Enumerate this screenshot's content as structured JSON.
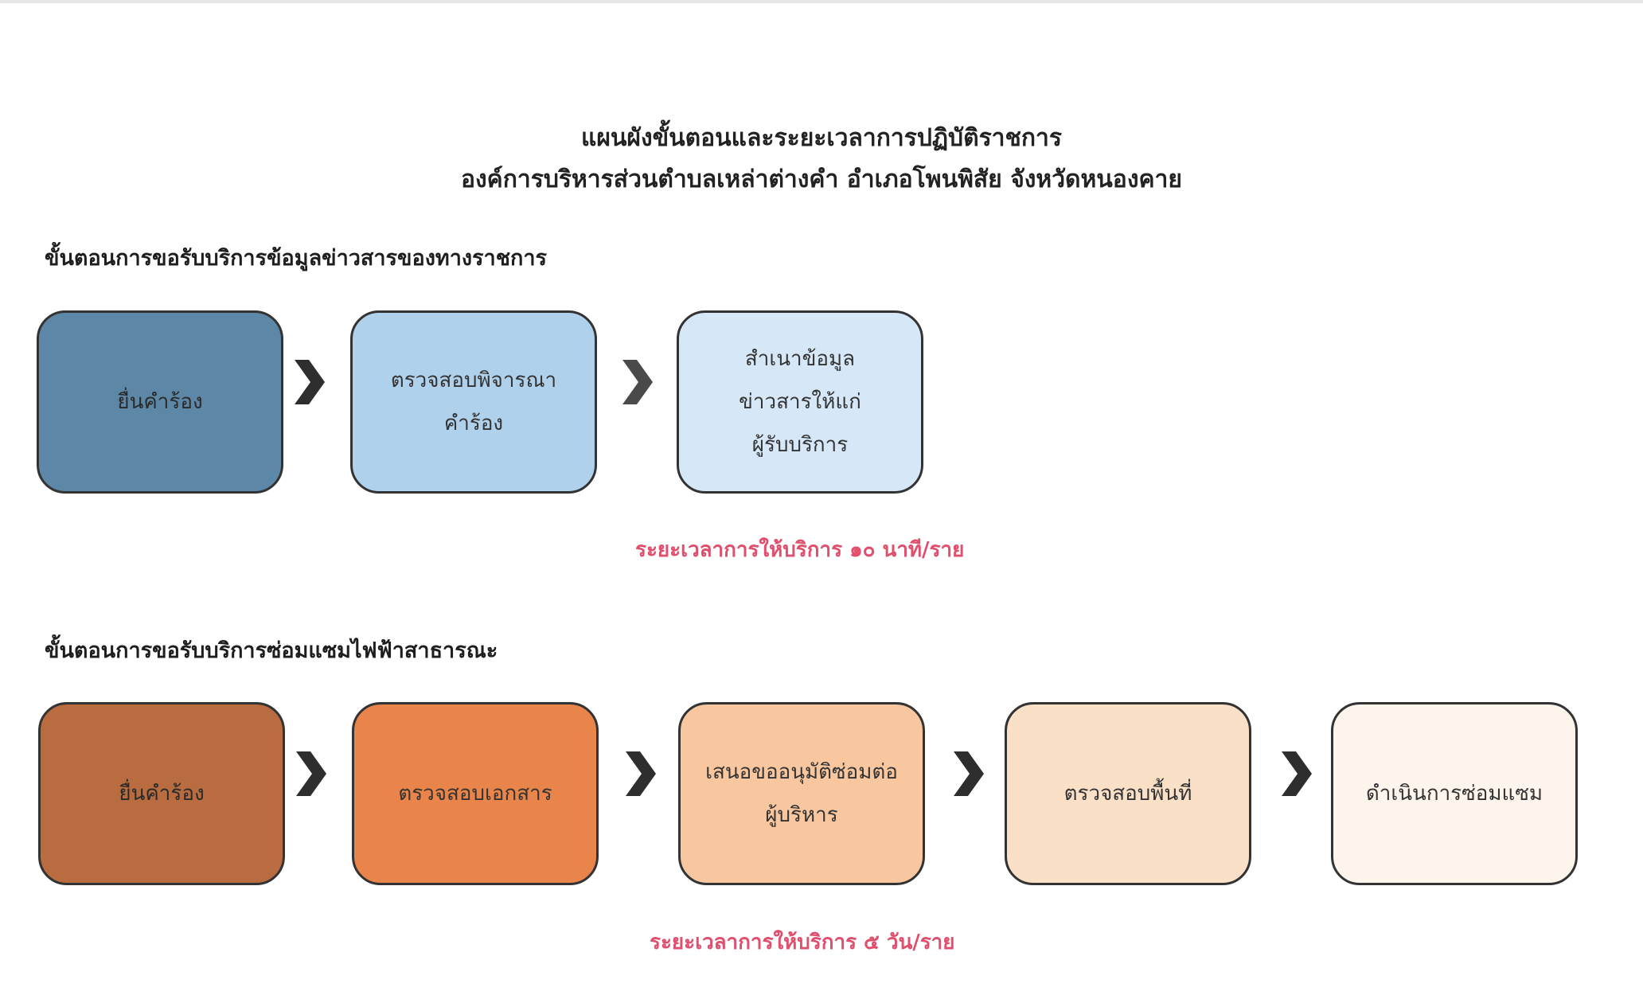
{
  "title": {
    "line1": "แผนผังขั้นตอนและระยะเวลาการปฏิบัติราชการ",
    "line2": "องค์การบริหารส่วนตำบลเหล่าต่างคำ  อำเภอโพนพิสัย  จังหวัดหนองคาย"
  },
  "process1": {
    "heading": "ขั้นตอนการขอรับบริการข้อมูลข่าวสารของทางราชการ",
    "steps": [
      {
        "label": "ยื่นคำร้อง",
        "color": "#5d87a6"
      },
      {
        "label": "ตรวจสอบพิจารณา\nคำร้อง",
        "color": "#b0d1ec"
      },
      {
        "label": "สำเนาข้อมูล\nข่าวสารให้แก่\nผู้รับบริการ",
        "color": "#d6e8f8"
      }
    ],
    "duration": "ระยะเวลาการให้บริการ ๑๐ นาที/ราย",
    "duration_color": "#e0506e"
  },
  "process2": {
    "heading": "ขั้นตอนการขอรับบริการซ่อมแซมไฟฟ้าสาธารณะ",
    "steps": [
      {
        "label": "ยื่นคำร้อง",
        "color": "#b86c40"
      },
      {
        "label": "ตรวจสอบเอกสาร",
        "color": "#e9854a"
      },
      {
        "label": "เสนอขออนุมัติซ่อมต่อ\nผู้บริหาร",
        "color": "#f8c7a0"
      },
      {
        "label": "ตรวจสอบพื้นที่",
        "color": "#fbe0c8"
      },
      {
        "label": "ดำเนินการซ่อมแซม",
        "color": "#fdf5ec"
      }
    ],
    "duration": "ระยะเวลาการให้บริการ ๕ วัน/ราย",
    "duration_color": "#e0506e"
  },
  "icons": {
    "arrow": "chevron-right-icon",
    "arrow_color": "#2e2e2e"
  }
}
